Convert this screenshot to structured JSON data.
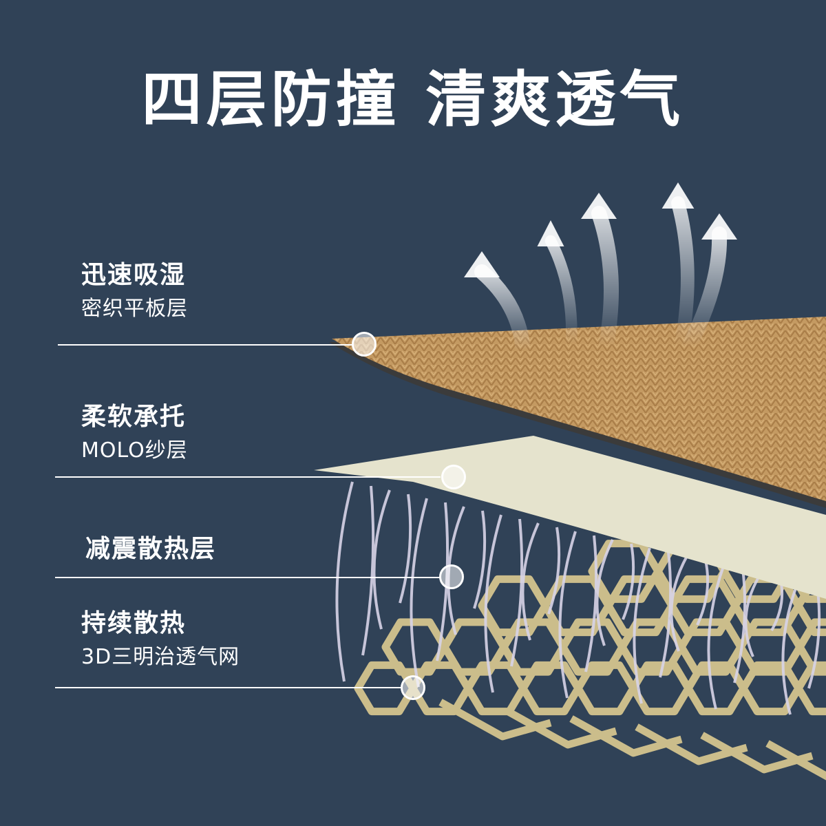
{
  "title": "四层防撞  清爽透气",
  "layers": [
    {
      "main": "迅速吸湿",
      "sub": "密织平板层"
    },
    {
      "main": "柔软承托",
      "sub": "MOLO纱层"
    },
    {
      "main": "减震散热层",
      "sub": ""
    },
    {
      "main": "持续散热",
      "sub": "3D三明治透气网"
    }
  ],
  "colors": {
    "background": "#304257",
    "fabric": "#c49a62",
    "molo": "#e5e3cd",
    "fiber": "#d8d4e8",
    "mesh": "#cbbd8b",
    "text": "#ffffff"
  }
}
